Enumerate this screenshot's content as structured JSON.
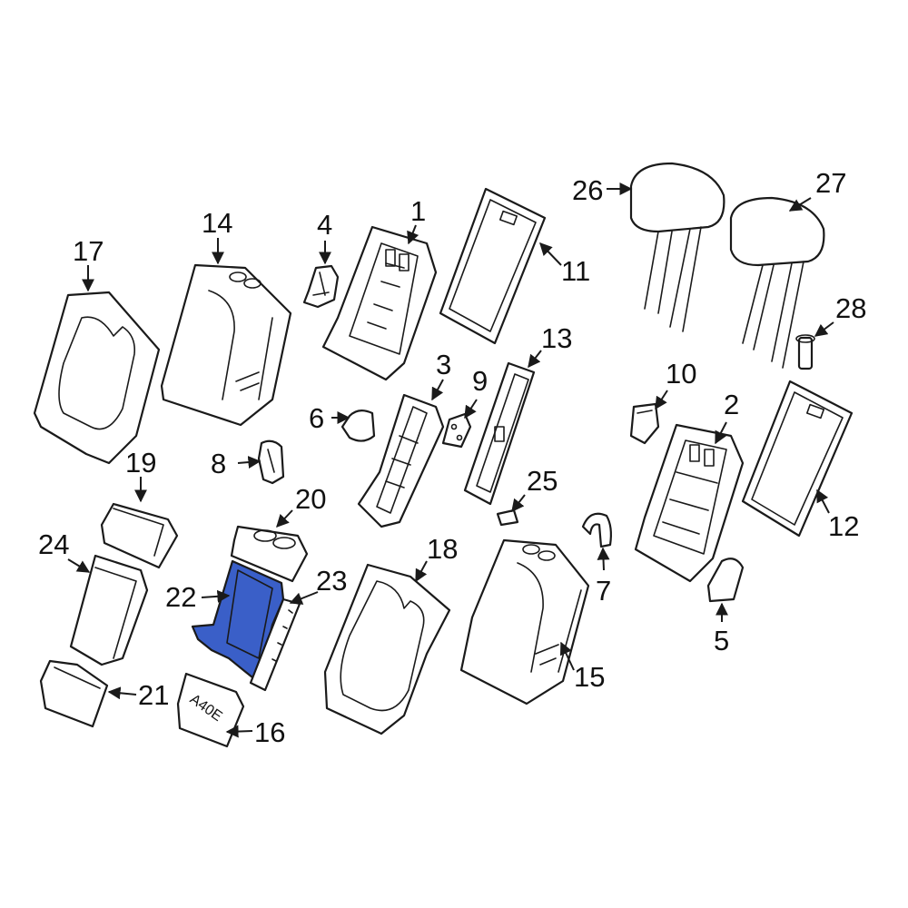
{
  "diagram": {
    "highlight_color": "#3a5fc8",
    "line_color": "#1a1a1a",
    "callouts": [
      "1",
      "2",
      "3",
      "4",
      "5",
      "6",
      "7",
      "8",
      "9",
      "10",
      "11",
      "12",
      "13",
      "14",
      "15",
      "16",
      "17",
      "18",
      "19",
      "20",
      "21",
      "22",
      "23",
      "24",
      "25",
      "26",
      "27",
      "28"
    ],
    "highlighted_part": "22",
    "part_marking": "A40E"
  }
}
